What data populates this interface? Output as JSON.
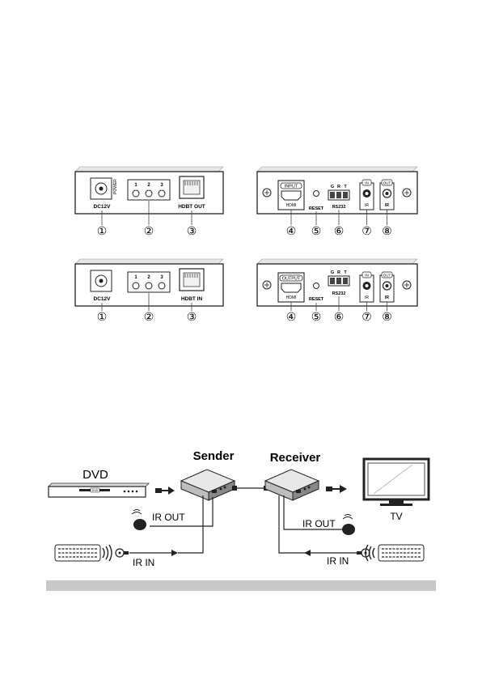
{
  "panels": {
    "sender_front": {
      "dc_label": "DC12V",
      "dc_side_text": "POWER",
      "led_numbers": [
        "1",
        "2",
        "3"
      ],
      "port_label": "HDBT OUT",
      "callouts": [
        "①",
        "②",
        "③"
      ]
    },
    "sender_back": {
      "hdmi_tag": "INPUT",
      "hdmi_label": "HDMI",
      "reset_label": "RESET",
      "rs232_pins": [
        "G",
        "R",
        "T"
      ],
      "rs232_label": "RS232",
      "ir_in_tag": "IN",
      "ir_in_label": "IR",
      "ir_out_tag": "OUT",
      "ir_out_label": "IR",
      "callouts": [
        "④",
        "⑤",
        "⑥",
        "⑦",
        "⑧"
      ]
    },
    "receiver_front": {
      "dc_label": "DC12V",
      "led_numbers": [
        "1",
        "2",
        "3"
      ],
      "port_label": "HDBT IN",
      "callouts": [
        "①",
        "②",
        "③"
      ]
    },
    "receiver_back": {
      "hdmi_tag": "OUTPUT",
      "hdmi_label": "HDMI",
      "reset_label": "RESET",
      "rs232_pins": [
        "G",
        "R",
        "T"
      ],
      "rs232_label": "RS232",
      "ir_in_tag": "IN",
      "ir_in_label": "IR",
      "ir_out_tag": "OUT",
      "ir_out_label": "IR",
      "callouts": [
        "④",
        "⑤",
        "⑥",
        "⑦",
        "⑧"
      ]
    }
  },
  "diagram": {
    "dvd_label": "DVD",
    "dvd_badge": "DVD",
    "sender_label": "Sender",
    "receiver_label": "Receiver",
    "tv_label": "TV",
    "sender_ir_out": "IR OUT",
    "sender_ir_in": "IR IN",
    "receiver_ir_out": "IR OUT",
    "receiver_ir_in": "IR IN"
  }
}
